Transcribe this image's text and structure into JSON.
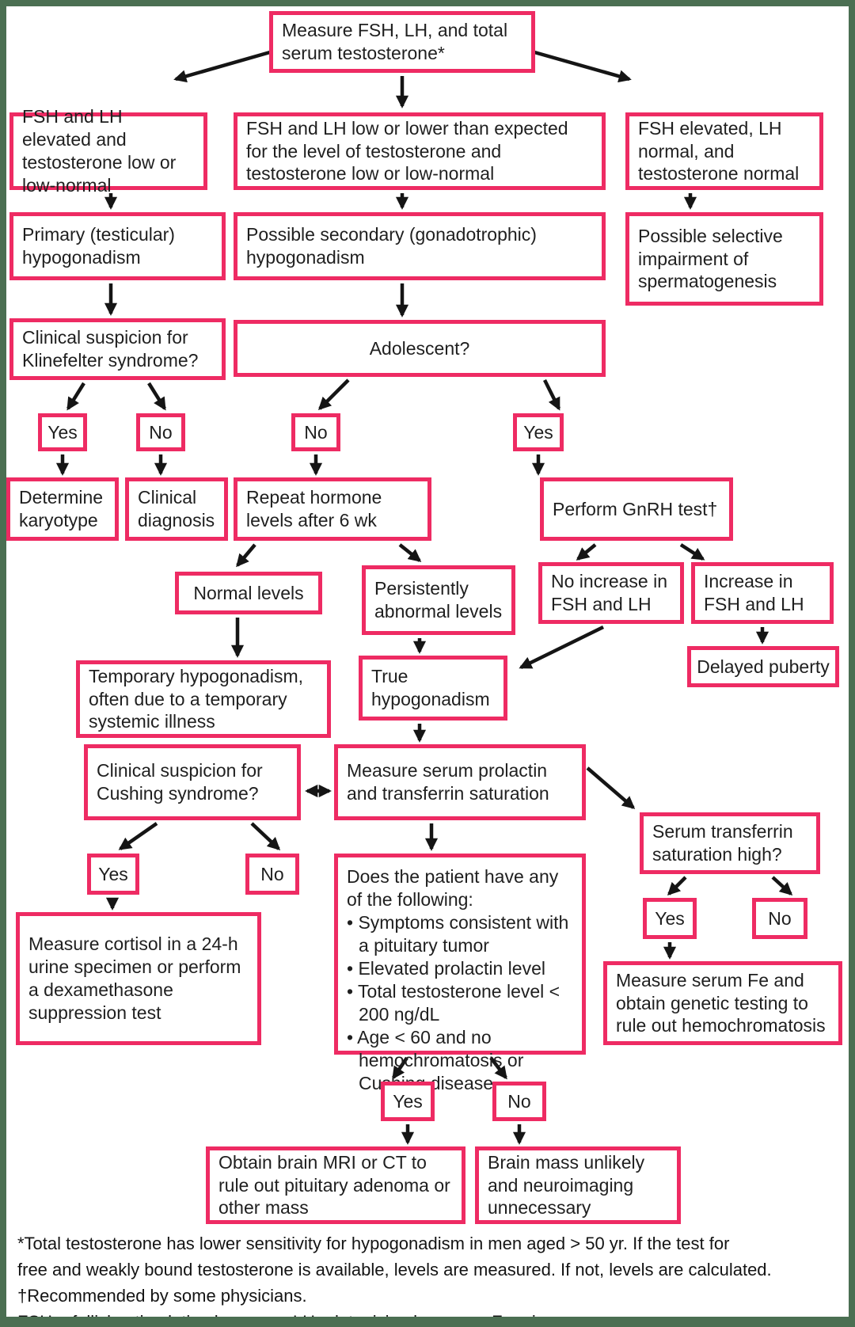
{
  "title": "Hypogonadism evaluation flowchart",
  "colors": {
    "accent": "#EE2B63",
    "frame": "#4B6F52",
    "text": "#1F1F1F"
  },
  "nodes": {
    "measure": {
      "label": "Measure FSH, LH, and total serum testosterone*"
    },
    "elevated": {
      "label": "FSH and LH elevated and testosterone low or low-normal"
    },
    "low": {
      "label": "FSH and LH low or lower than expected for the level of testosterone and testosterone low or low-normal"
    },
    "fsh_elevated": {
      "label": "FSH elevated, LH normal, and testosterone normal"
    },
    "primary": {
      "label": "Primary (testicular) hypogonadism"
    },
    "secondary": {
      "label": "Possible secondary (gonadotrophic) hypogonadism"
    },
    "selective": {
      "label": "Possible selective impairment of spermatogenesis"
    },
    "klinefelter": {
      "label": "Clinical suspicion for Klinefelter syndrome?"
    },
    "adolescent": {
      "label": "Adolescent?"
    },
    "yes_klinefelter": {
      "label": "Yes"
    },
    "no_klinefelter": {
      "label": "No"
    },
    "no_adolescent": {
      "label": "No"
    },
    "yes_adolescent": {
      "label": "Yes"
    },
    "karyotype": {
      "label": "Determine karyotype"
    },
    "clinical_dx": {
      "label": "Clinical diagnosis"
    },
    "repeat": {
      "label": "Repeat hormone levels after 6 wk"
    },
    "gnrh": {
      "label": "Perform GnRH test†"
    },
    "normal": {
      "label": "Normal levels"
    },
    "persistently": {
      "label": "Persistently abnormal levels"
    },
    "no_increase": {
      "label": "No increase in FSH and LH"
    },
    "increase": {
      "label": "Increase in FSH and LH"
    },
    "temporary": {
      "label": "Temporary hypogonadism, often due to a temporary systemic illness"
    },
    "true_hypo": {
      "label": "True hypogonadism"
    },
    "delayed": {
      "label": "Delayed puberty"
    },
    "cushing": {
      "label": "Clinical suspicion for Cushing syndrome?"
    },
    "prolactin": {
      "label": "Measure serum prolactin and transferrin saturation"
    },
    "transferrin": {
      "label": "Serum transferrin saturation high?"
    },
    "yes_cushing": {
      "label": "Yes"
    },
    "no_cushing": {
      "label": "No"
    },
    "does": {
      "intro": "Does the patient have any of the following:",
      "bullets": [
        "• Symptoms consistent with a pituitary tumor",
        "• Elevated prolactin level",
        "• Total testosterone level < 200 ng/dL",
        "• Age < 60 and no hemochromatosis or Cushing disease"
      ]
    },
    "yes_transferrin": {
      "label": "Yes"
    },
    "no_transferrin": {
      "label": "No"
    },
    "cortisol": {
      "label": "Measure cortisol in a 24-h urine specimen or perform a dexamethasone suppression test"
    },
    "fe": {
      "label": "Measure serum Fe and obtain genetic testing to rule out hemochromatosis"
    },
    "yes_pituitary": {
      "label": "Yes"
    },
    "no_pituitary": {
      "label": "No"
    },
    "obtain": {
      "label": "Obtain brain MRI or CT to rule out pituitary adenoma or other mass"
    },
    "brain": {
      "label": "Brain mass unlikely and neuroimaging unnecessary"
    }
  },
  "footnotes": {
    "lines": [
      "*Total testosterone has lower sensitivity for hypogonadism in men aged > 50 yr.  If the test for",
      "free and weakly bound testosterone is available, levels are measured.  If not, levels are calculated.",
      "†Recommended by some physicians.",
      "FSH = follicle-stimulating hormone; LH = lutenizing hormone; Fe = iron."
    ]
  }
}
